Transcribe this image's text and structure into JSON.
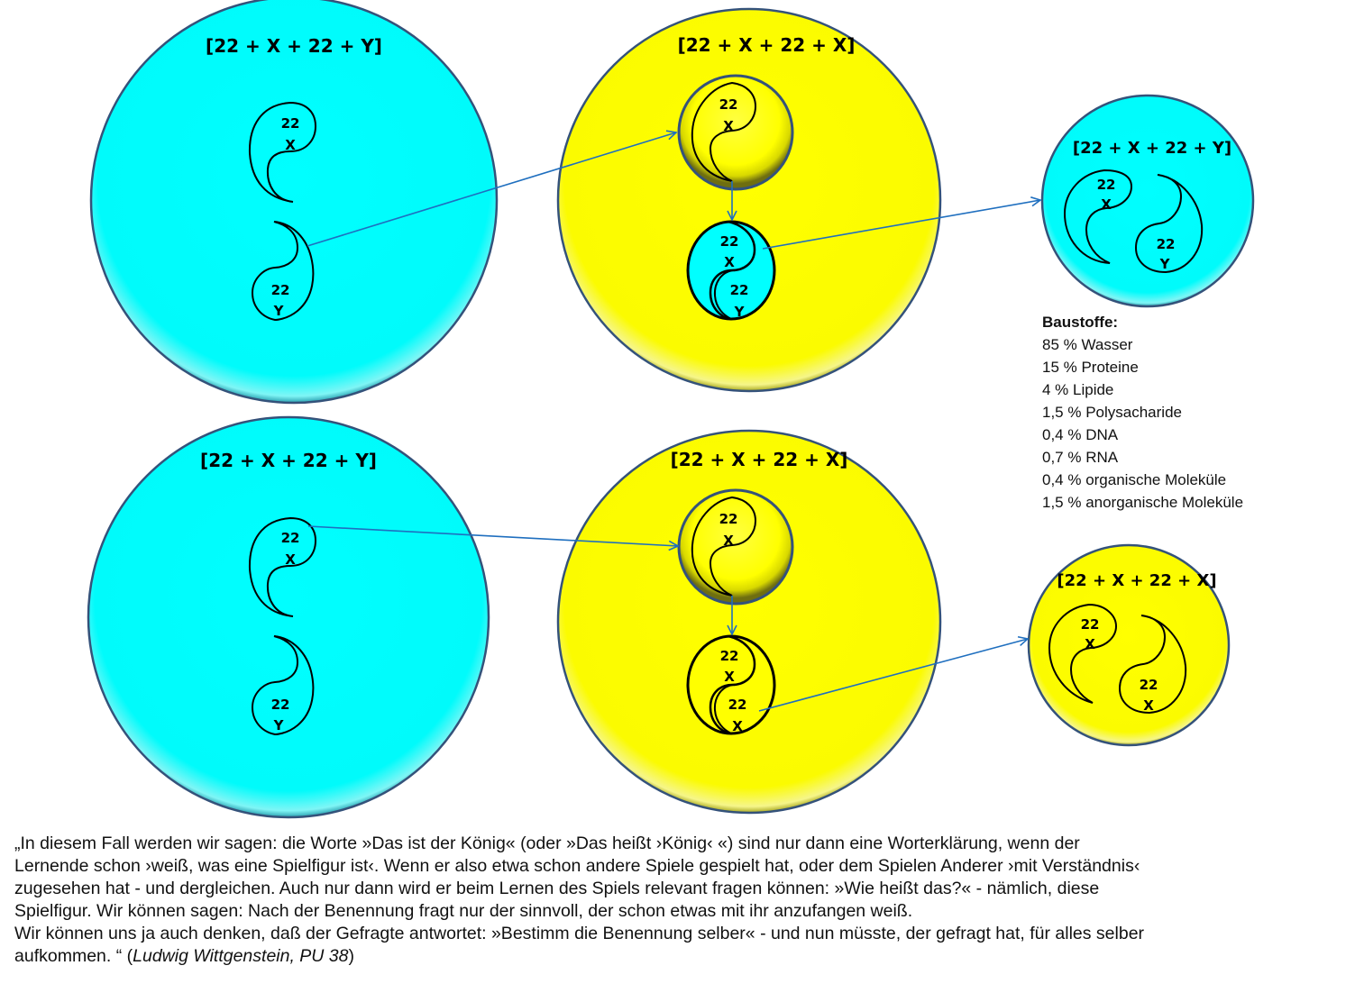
{
  "colors": {
    "cyan": "#00ffff",
    "yellow": "#ffff00",
    "outline": "#34527a",
    "arrow": "#1f6fbf",
    "stroke": "#000000"
  },
  "cells": {
    "top_left": {
      "formula": "[22 + X + 22 + Y]",
      "fill": "cyan",
      "chromosomes": [
        {
          "n": "22",
          "sex": "X"
        },
        {
          "n": "22",
          "sex": "Y"
        }
      ]
    },
    "top_middle": {
      "formula": "[22 + X + 22 + X]",
      "fill": "yellow",
      "egg": {
        "n": "22",
        "sex": "X"
      },
      "zygote": [
        {
          "n": "22",
          "sex": "X"
        },
        {
          "n": "22",
          "sex": "Y"
        }
      ],
      "zygote_fill": "cyan"
    },
    "top_right": {
      "formula": "[22 + X + 22 + Y]",
      "fill": "cyan",
      "chromosomes": [
        {
          "n": "22",
          "sex": "X"
        },
        {
          "n": "22",
          "sex": "Y"
        }
      ]
    },
    "bottom_left": {
      "formula": "[22 + X + 22 + Y]",
      "fill": "cyan",
      "chromosomes": [
        {
          "n": "22",
          "sex": "X"
        },
        {
          "n": "22",
          "sex": "Y"
        }
      ]
    },
    "bottom_middle": {
      "formula": "[22 + X + 22 + X]",
      "fill": "yellow",
      "egg": {
        "n": "22",
        "sex": "X"
      },
      "zygote": [
        {
          "n": "22",
          "sex": "X"
        },
        {
          "n": "22",
          "sex": "X"
        }
      ],
      "zygote_fill": "yellow"
    },
    "bottom_right": {
      "formula": "[22 + X + 22 + X]",
      "fill": "yellow",
      "chromosomes": [
        {
          "n": "22",
          "sex": "X"
        },
        {
          "n": "22",
          "sex": "X"
        }
      ]
    }
  },
  "baustoffe": {
    "heading": "Baustoffe:",
    "items": [
      "85 % Wasser",
      "15 % Proteine",
      "4 % Lipide",
      "1,5 % Polysacharide",
      "0,4 % DNA",
      "0,7 % RNA",
      "0,4 % organische Moleküle",
      "1,5 % anorganische Moleküle"
    ]
  },
  "quote": {
    "lines": [
      " „In diesem Fall werden wir sagen: die Worte »Das ist der König«  (oder »Das heißt ›König‹ «) sind nur dann eine Worterklärung, wenn der",
      "Lernende schon ›weiß, was eine Spielfigur ist‹. Wenn er also etwa schon andere Spiele gespielt hat, oder dem Spielen Anderer  ›mit Verständnis‹",
      "zugesehen hat - und dergleichen. Auch nur dann wird er beim Lernen des Spiels relevant fragen können: »Wie heißt das?« - nämlich, diese",
      "Spielfigur. Wir können sagen: Nach der Benennung fragt nur der sinnvoll, der schon etwas mit ihr anzufangen weiß.",
      "Wir können uns ja auch denken, daß der Gefragte antwortet: »Bestimm die Benennung selber« - und nun müsste, der gefragt hat, für alles selber"
    ],
    "last_line_text": "aufkommen. “  (",
    "citation": "Ludwig Wittgenstein, PU 38",
    "closing": ")"
  }
}
